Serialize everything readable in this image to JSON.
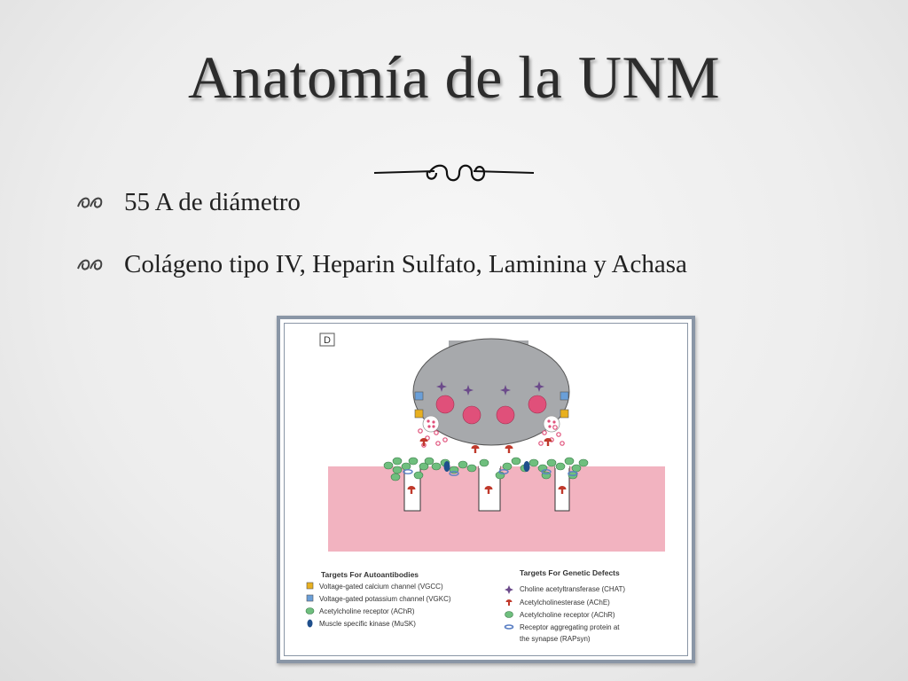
{
  "slide": {
    "title": "Anatomía de la UNM",
    "bullets": [
      {
        "text": "55 A de diámetro"
      },
      {
        "text": "Colágeno tipo IV, Heparin Sulfato, Laminina y Achasa"
      }
    ]
  },
  "figure": {
    "panel_label": "D",
    "legend": {
      "autoantibodies": {
        "heading": "Targets For Autoantibodies",
        "items": [
          {
            "label": "Voltage-gated calcium channel (VGCC)",
            "icon": "yellow-square-icon"
          },
          {
            "label": "Voltage-gated potassium channel (VGKC)",
            "icon": "blue-square-icon"
          },
          {
            "label": "Acetylcholine receptor (AChR)",
            "icon": "green-oval-icon"
          },
          {
            "label": "Muscle specific kinase (MuSK)",
            "icon": "navy-oval-icon"
          }
        ]
      },
      "genetic": {
        "heading": "Targets For Genetic Defects",
        "items": [
          {
            "label": "Choline acetyltransferase (CHAT)",
            "icon": "purple-star-icon"
          },
          {
            "label": "Acetylcholinesterase (AChE)",
            "icon": "red-mushroom-icon"
          },
          {
            "label": "Acetylcholine receptor (AChR)",
            "icon": "green-oval-icon"
          },
          {
            "label": "Receptor aggregating protein at",
            "icon": "blue-ring-icon"
          },
          {
            "label": "the synapse (RAPsyn)",
            "icon": ""
          }
        ]
      }
    },
    "colors": {
      "terminal": "#a7a9ac",
      "vesicle": "#e0507a",
      "muscle": "#f2b3c0",
      "vgcc": "#e8b020",
      "vgkc": "#6a9fd8",
      "achr": "#6fbf7e",
      "musk": "#1f4f8c",
      "chat": "#6b4a8a",
      "ache": "#c0392b",
      "rapsyn": "#5a7fc4"
    }
  }
}
